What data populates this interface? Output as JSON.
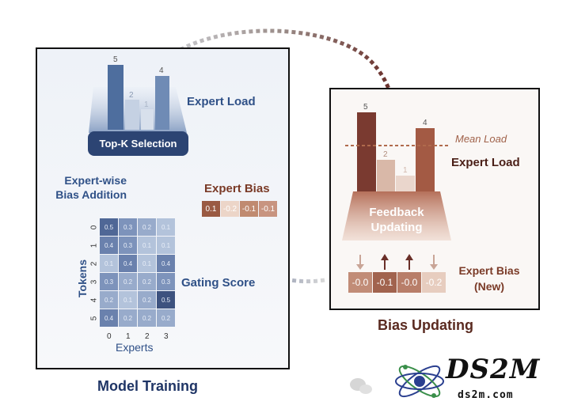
{
  "left_panel": {
    "caption": "Model Training",
    "expert_load_label": "Expert Load",
    "topk_label": "Top-K Selection",
    "bias_addition_label_line1": "Expert-wise",
    "bias_addition_label_line2": "Bias Addition",
    "expert_bias_label": "Expert Bias",
    "gating_label": "Gating Score",
    "expert_bias_values": [
      "0.1",
      "-0.2",
      "-0.1",
      "-0.1"
    ],
    "load_bar_labels": [
      "5",
      "2",
      "1",
      "4"
    ],
    "heatmap": {
      "y_title": "Tokens",
      "x_title": "Experts",
      "row_labels": [
        "0",
        "1",
        "2",
        "3",
        "4",
        "5"
      ],
      "col_labels": [
        "0",
        "1",
        "2",
        "3"
      ],
      "values": [
        [
          "0.5",
          "0.3",
          "0.2",
          "0.1"
        ],
        [
          "0.4",
          "0.3",
          "0.1",
          "0.1"
        ],
        [
          "0.1",
          "0.4",
          "0.1",
          "0.4"
        ],
        [
          "0.3",
          "0.2",
          "0.2",
          "0.3"
        ],
        [
          "0.2",
          "0.1",
          "0.2",
          "0.5"
        ],
        [
          "0.4",
          "0.2",
          "0.2",
          "0.2"
        ]
      ]
    }
  },
  "right_panel": {
    "caption": "Bias Updating",
    "mean_load_label": "Mean Load",
    "expert_load_label": "Expert Load",
    "feedback_line1": "Feedback",
    "feedback_line2": "Updating",
    "expert_bias_new_line1": "Expert Bias",
    "expert_bias_new_line2": "(New)",
    "load_bar_labels": [
      "5",
      "2",
      "1",
      "4"
    ],
    "new_bias_values": [
      "-0.0",
      "-0.1",
      "-0.0",
      "-0.2"
    ],
    "bias_arrows": [
      "down",
      "up",
      "up",
      "down"
    ]
  },
  "watermark": {
    "brand": "DS2M",
    "url": "ds2m.com"
  },
  "colors": {
    "navy": "#2c4473",
    "blue_label": "#2f5087",
    "brown_dark": "#7a3a30",
    "brown_label": "#7a3a27",
    "caption_blue": "#1f3566"
  }
}
